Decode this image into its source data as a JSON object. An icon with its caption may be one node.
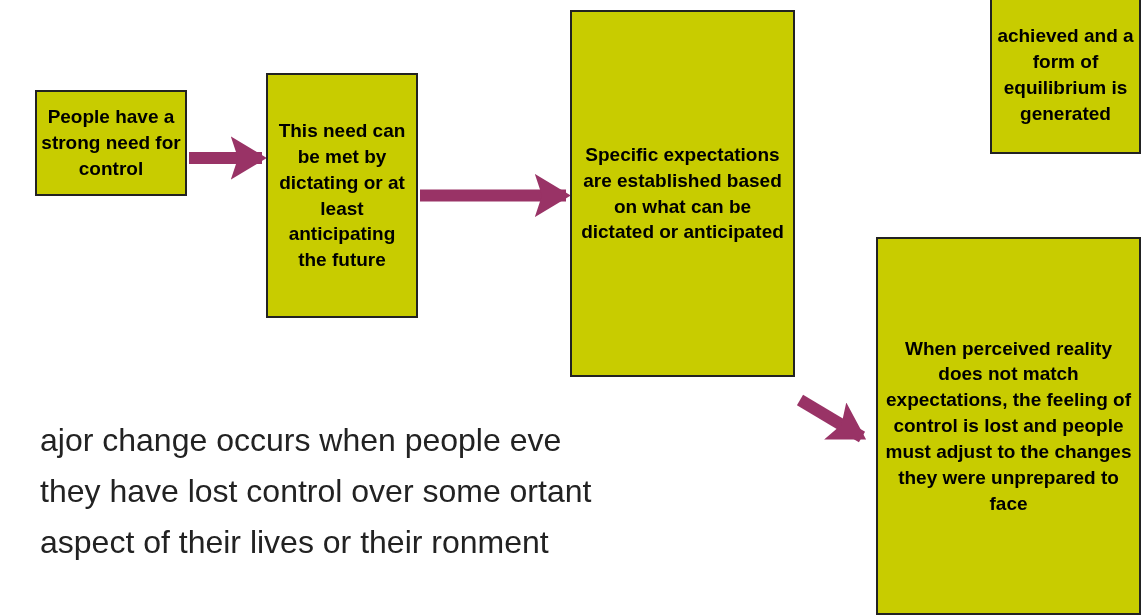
{
  "diagram": {
    "nodes": [
      {
        "text": [
          "People have a strong need for control"
        ]
      },
      {
        "text": [
          "This need can be met by dictating or at least anticipating the future"
        ]
      },
      {
        "text": [
          "Specific expectations are established based on what can be dictated or anticipated"
        ]
      },
      {
        "text": [
          "achieved and a form of equilibrium is generated"
        ]
      },
      {
        "text": [
          "When perceived reality does not match expectations, the feeling of control is lost and people must adjust to the changes they were unprepared to face"
        ]
      }
    ],
    "edges": [
      {
        "from": 0,
        "to": 1,
        "arrow": "to"
      },
      {
        "from": 1,
        "to": 2,
        "arrow": "to"
      },
      {
        "from": null,
        "to": 4,
        "arrow": "to"
      }
    ],
    "labels": [
      "ajor change occurs when people eve they have lost control over some ortant aspect of their lives or their ronment"
    ]
  }
}
